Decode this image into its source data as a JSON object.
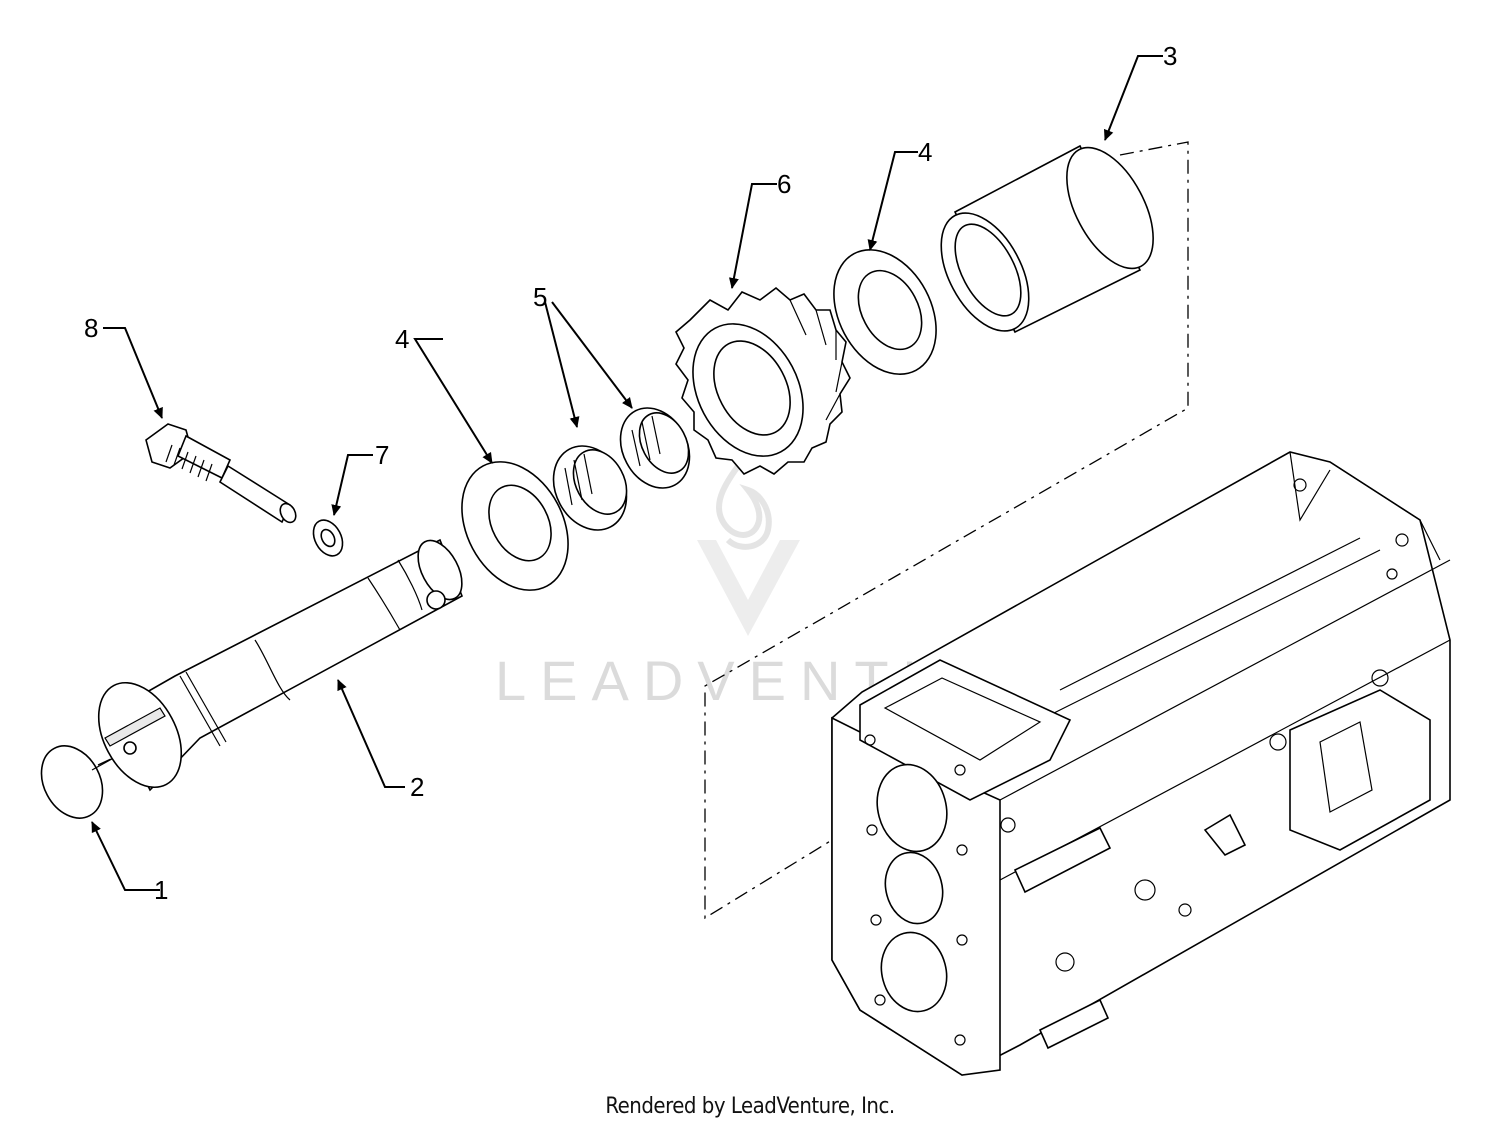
{
  "callouts": [
    {
      "number": "1"
    },
    {
      "number": "2"
    },
    {
      "number": "3"
    },
    {
      "number": "4"
    },
    {
      "number": "4"
    },
    {
      "number": "5"
    },
    {
      "number": "6"
    },
    {
      "number": "7"
    },
    {
      "number": "8"
    }
  ],
  "watermark": {
    "brand": "LEADVENTURE"
  },
  "footer": {
    "credit": "Rendered by LeadVenture, Inc."
  }
}
